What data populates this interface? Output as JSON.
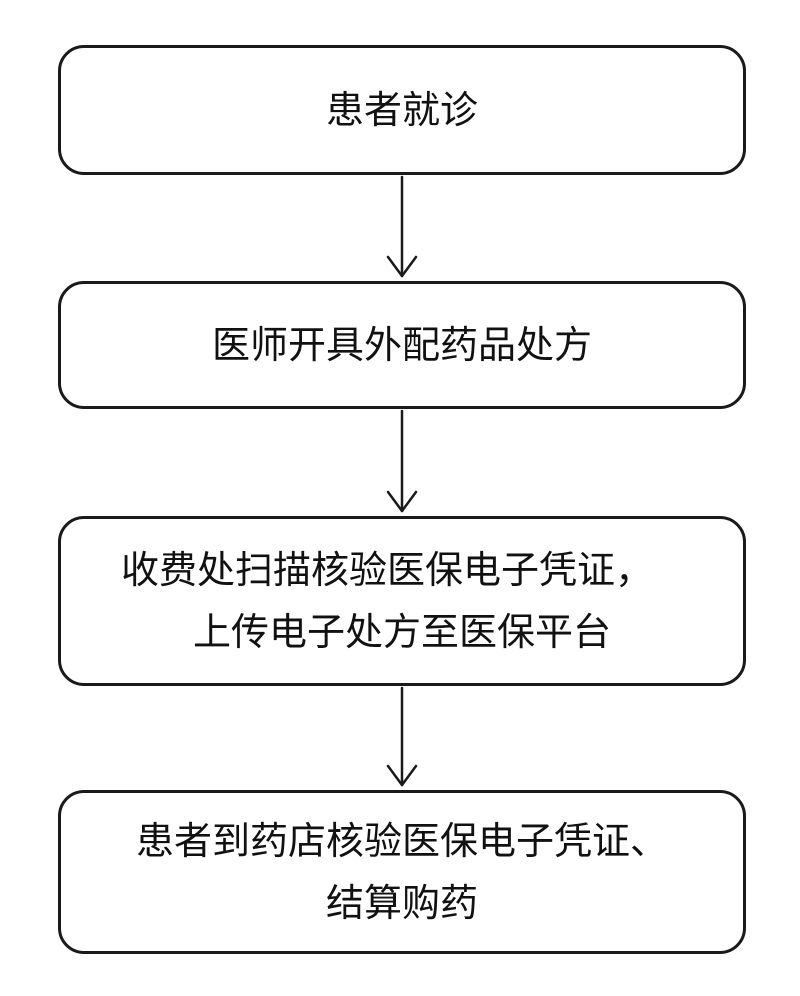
{
  "flowchart": {
    "steps": [
      {
        "lines": [
          "患者就诊"
        ]
      },
      {
        "lines": [
          "医师开具外配药品处方"
        ]
      },
      {
        "lines": [
          "收费处扫描核验医保电子凭证，",
          "上传电子处方至医保平台"
        ]
      },
      {
        "lines": [
          "患者到药店核验医保电子凭证、",
          "结算购药"
        ]
      }
    ],
    "colors": {
      "border": "#1a1a1a",
      "text": "#111111",
      "arrow": "#1a1a1a",
      "background": "#ffffff"
    }
  }
}
